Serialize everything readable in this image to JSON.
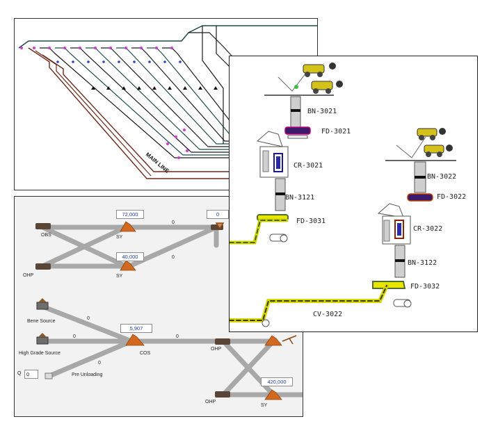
{
  "rail_panel": {
    "main_line_label": "MAIN LINE"
  },
  "flow_panel": {
    "nodes": {
      "obs": "OBS",
      "ohp_left": "OHP",
      "sy_top": "SY",
      "sy_mid": "SY",
      "bene_source": "Bene Source",
      "high_grade_source": "High Grade Source",
      "pre_unloading": "Pre Unloading",
      "cos": "COS",
      "ohp_mid": "OHP",
      "ohp_bottom": "OHP",
      "sy_bottom": "SY"
    },
    "values": {
      "sy_top": "72,000",
      "sy_mid": "40,000",
      "right_top": "0",
      "cos": "5,907",
      "sy_bottom": "420,000"
    },
    "flows": {
      "f1": "0",
      "f2": "0",
      "f3": "0",
      "f4": "0",
      "f5": "0",
      "f6": "0"
    },
    "q_label": "Q",
    "q_value": "0"
  },
  "mine_panel": {
    "equipment": {
      "bn_3021": "BN-3021",
      "fd_3021": "FD-3021",
      "cr_3021": "CR-3021",
      "bn_3121": "BN-3121",
      "fd_3031": "FD-3031",
      "bn_3022": "BN-3022",
      "fd_3022": "FD-3022",
      "cr_3022": "CR-3022",
      "bn_3122": "BN-3122",
      "fd_3032": "FD-3032",
      "cv_3022": "CV-3022"
    }
  },
  "colors": {
    "rail_dark": "#1a1a1a",
    "rail_teal": "#1f4a4a",
    "rail_brown": "#6b2a1a",
    "node_magenta": "#d23cd2",
    "node_blue": "#2b3fd6",
    "conveyor_yellow": "#d8d800",
    "ore": "#d2691e"
  }
}
